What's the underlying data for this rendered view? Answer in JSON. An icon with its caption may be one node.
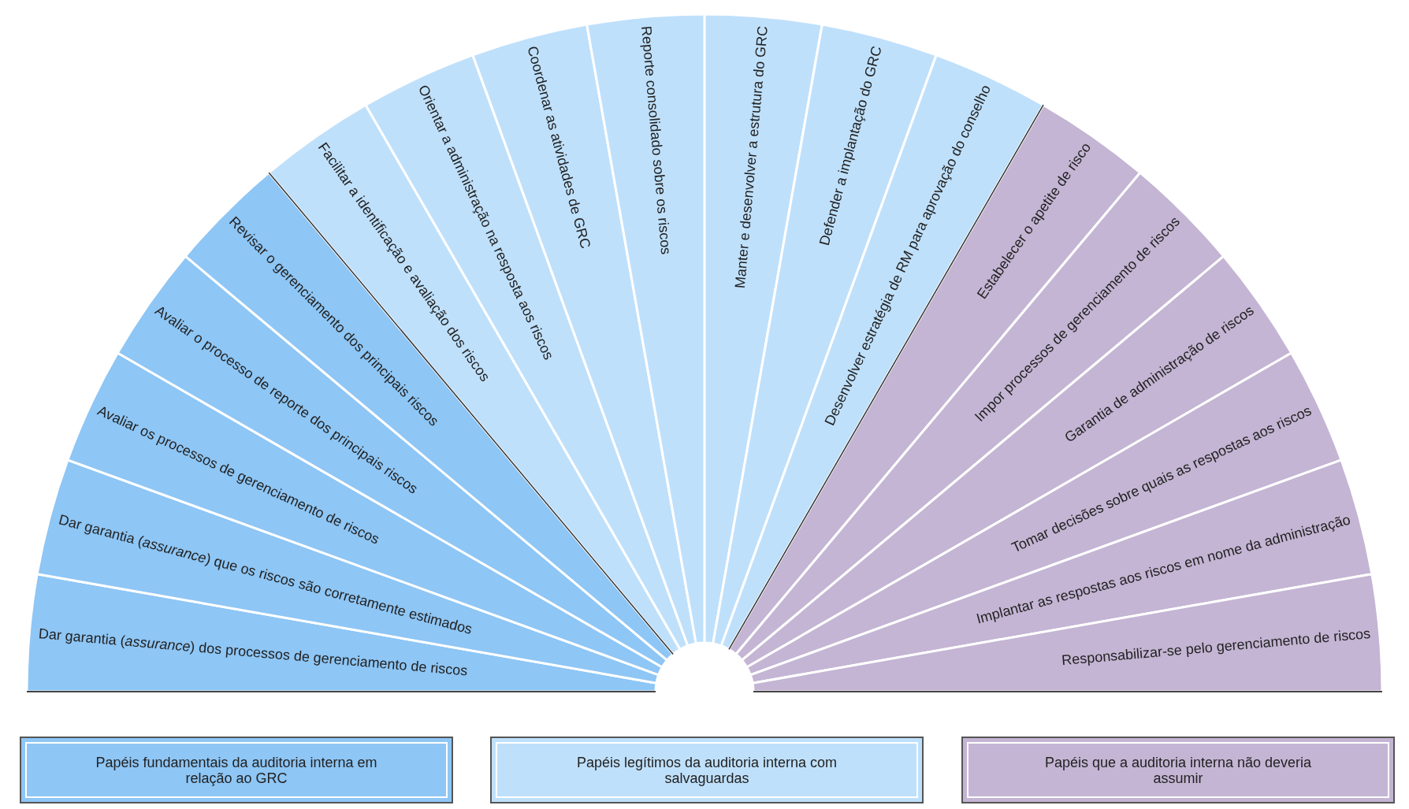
{
  "diagram": {
    "nodes": [
      {
        "text": [
          "Dar garantia (*assurance*) dos processos de gerenciamento de riscos"
        ]
      },
      {
        "text": [
          "Dar garantia (*assurance*) que os riscos são corretamente estimados"
        ]
      },
      {
        "text": [
          "Avaliar os processos de gerenciamento de riscos"
        ]
      },
      {
        "text": [
          "Avaliar o processo de reporte dos principais riscos"
        ]
      },
      {
        "text": [
          "Revisar o gerenciamento dos principais riscos"
        ]
      },
      {
        "text": [
          "Facilitar a identificação e avaliação dos riscos"
        ]
      },
      {
        "text": [
          "Orientar a administração na resposta aos riscos"
        ]
      },
      {
        "text": [
          "Coordenar as atividades de GRC"
        ]
      },
      {
        "text": [
          "Reporte consolidado sobre os riscos"
        ]
      },
      {
        "text": [
          "Manter e desenvolver a estrutura do GRC"
        ]
      },
      {
        "text": [
          "Defender a implantação do GRC"
        ]
      },
      {
        "text": [
          "Desenvolver estratégia de RM para aprovação do conselho"
        ]
      },
      {
        "text": [
          "Estabelecer o apetite de risco"
        ]
      },
      {
        "text": [
          "Impor processos de gerenciamento de riscos"
        ]
      },
      {
        "text": [
          "Garantia de administração de riscos"
        ]
      },
      {
        "text": [
          "Tomar decisões sobre quais as respostas aos riscos"
        ]
      },
      {
        "text": [
          "Implantar as respostas aos riscos em nome da administração"
        ]
      },
      {
        "text": [
          "Responsabilizar-se pelo gerenciamento de riscos"
        ]
      }
    ],
    "legend": [
      {
        "text": "Papéis fundamentais da auditoria interna em relação ao GRC",
        "color": "#8ec6f5"
      },
      {
        "text": "Papéis legítimos da auditoria interna com salvaguardas",
        "color": "#bfe0fb"
      },
      {
        "text": "Papéis que a auditoria interna não deveria assumir",
        "color": "#c4b5d4"
      }
    ]
  }
}
